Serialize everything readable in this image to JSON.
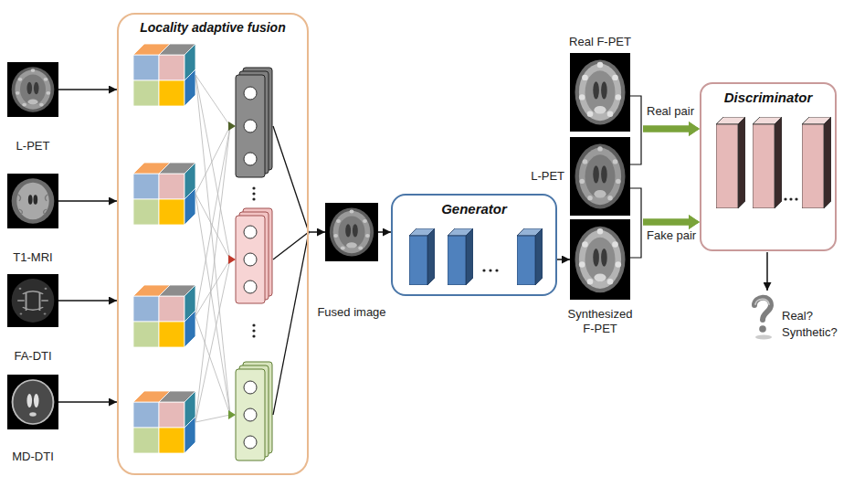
{
  "diagram": {
    "nodes": [
      {
        "text": [
          "L-PET"
        ]
      },
      {
        "text": [
          "T1-MRI"
        ]
      },
      {
        "text": [
          "FA-DTI"
        ]
      },
      {
        "text": [
          "MD-DTI"
        ]
      },
      {
        "text": [
          "Locality adaptive fusion"
        ]
      },
      {
        "text": [
          "Fused image"
        ]
      },
      {
        "text": [
          "Generator"
        ]
      },
      {
        "text": [
          "Real F-PET"
        ]
      },
      {
        "text": [
          "L-PET"
        ]
      },
      {
        "text": [
          "Synthesized F-PET"
        ]
      },
      {
        "text": [
          "Discriminator"
        ]
      }
    ],
    "edges": [
      {
        "from": 0,
        "to": 4,
        "arrow": "to"
      },
      {
        "from": 1,
        "to": 4,
        "arrow": "to"
      },
      {
        "from": 2,
        "to": 4,
        "arrow": "to"
      },
      {
        "from": 3,
        "to": 4,
        "arrow": "to"
      },
      {
        "from": 4,
        "to": 5,
        "arrow": "to"
      },
      {
        "from": 5,
        "to": 6,
        "arrow": "to"
      },
      {
        "from": 6,
        "to": 9,
        "arrow": "to"
      },
      {
        "from": 7,
        "to": 10,
        "arrow": "to"
      },
      {
        "from": 8,
        "to": 10,
        "arrow": "to"
      },
      {
        "from": 8,
        "to": 10,
        "arrow": "to"
      },
      {
        "from": 9,
        "to": 10,
        "arrow": "to"
      }
    ],
    "labels": [
      "Real pair",
      "Fake pair",
      "Real?",
      "Synthetic?"
    ]
  }
}
